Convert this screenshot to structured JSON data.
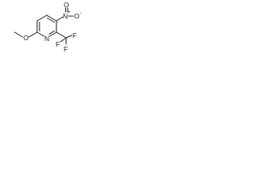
{
  "molecule": {
    "atoms": {
      "methyl": "O",
      "ring_nitrogen": "N",
      "nitro_nitrogen": "N",
      "nitro_plus": "+",
      "nitro_oxygen_top": "O",
      "nitro_oxygen_right": "O",
      "nitro_minus": "-",
      "fluorine_left": "F",
      "fluorine_right": "F",
      "fluorine_bottom": "F"
    }
  }
}
